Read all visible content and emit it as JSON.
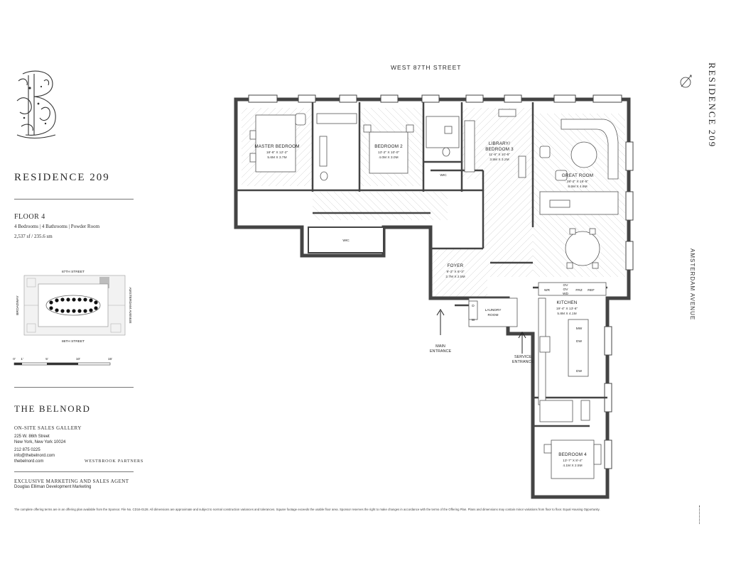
{
  "residence": {
    "title": "RESIDENCE 209",
    "vertical_title": "RESIDENCE 209",
    "floor": "FLOOR 4",
    "rooms_summary": "4 Bedrooms  |  4 Bathrooms  |  Powder Room",
    "area": "2,537 sf / 235.6 sm"
  },
  "streets": {
    "top": "WEST 87TH STREET",
    "right": "AMSTERDAM AVENUE"
  },
  "keymap": {
    "north": "87TH STREET",
    "south": "86TH STREET",
    "west": "BROADWAY",
    "east": "AMSTERDAM AVENUE"
  },
  "scale": {
    "ticks": [
      "0'",
      "1'",
      "5'",
      "10'",
      "15'"
    ]
  },
  "rooms": {
    "master": {
      "name": "MASTER BEDROOM",
      "dim1": "18'-6\" X 12'-2\"",
      "dim2": "5.6M X 3.7M"
    },
    "bed2": {
      "name": "BEDROOM 2",
      "dim1": "13'-2\" X 10'-0\"",
      "dim2": "4.0M X 3.0M"
    },
    "library": {
      "name1": "LIBRARY/",
      "name2": "BEDROOM 3",
      "dim1": "11'-6\" X 10'-6\"",
      "dim2": "3.5M X 3.2M"
    },
    "great": {
      "name": "GREAT ROOM",
      "dim1": "28'-2\" X 15'-5\"",
      "dim2": "8.5M X 4.6M"
    },
    "foyer": {
      "name": "FOYER",
      "dim1": "9'-2\" X 8'-3\"",
      "dim2": "2.7M X 2.5M"
    },
    "kitchen": {
      "name": "KITCHEN",
      "dim1": "19'-4\" X 13'-6\"",
      "dim2": "5.8M X 4.1M"
    },
    "bed4": {
      "name": "BEDROOM 4",
      "dim1": "13'-7\" X 8'-4\"",
      "dim2": "4.1M X 2.5M"
    },
    "laundry1": "LAUNDRY",
    "laundry2": "ROOM",
    "wic": "WIC"
  },
  "appliances": {
    "wr": "WR",
    "ov1": "OV",
    "ov2": "OV",
    "wd": "WD",
    "frz": "FRZ",
    "ref": "REF",
    "mw": "MW",
    "dw": "DW",
    "d": "D",
    "w": "W"
  },
  "entrances": {
    "main1": "MAIN",
    "main2": "ENTRANCE",
    "service1": "SERVICE",
    "service2": "ENTRANCE"
  },
  "brand": {
    "name": "THE BELNORD",
    "gallery": "ON-SITE SALES GALLERY",
    "address1": "225 W. 86th Street",
    "address2": "New York, New York 10024",
    "phone": "212 875 0225",
    "email": "info@thebelnord.com",
    "website": "thebelnord.com",
    "partner": "WESTBROOK PARTNERS",
    "agent_title": "EXCLUSIVE MARKETING AND SALES AGENT",
    "agent_name": "Douglas Elliman Development Marketing"
  },
  "disclaimer": "The complete offering terms are in an offering plan available from the Sponsor. File No. CD16-0128. All dimensions are approximate and subject to normal construction variances and tolerances. Square footage exceeds the usable floor area. Sponsor reserves the right to make changes in accordance with the terms of the Offering Plan. Plans and dimensions may contain minor variations from floor to floor. Equal Housing Opportunity."
}
